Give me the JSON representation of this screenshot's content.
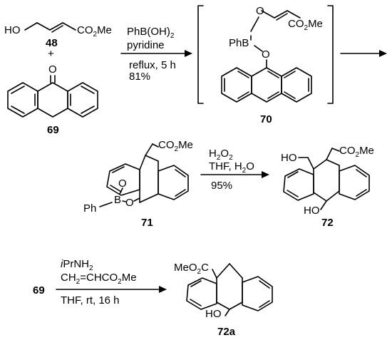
{
  "scheme": {
    "step1": {
      "reagent_line1": "PhB(OH)",
      "reagent_line1_sub": "2",
      "reagent_line2": "pyridine",
      "condition_line1": "reflux, 5 h",
      "condition_line2": "81%"
    },
    "step2": {
      "reagent_line1_a": "H",
      "reagent_line1_sub1": "2",
      "reagent_line1_b": "O",
      "reagent_line1_sub2": "2",
      "reagent_line2_a": "THF, H",
      "reagent_line2_sub": "2",
      "reagent_line2_b": "O",
      "condition_line1": "95%"
    },
    "step3": {
      "reagent_line1_italic": "i",
      "reagent_line1_a": "PrNH",
      "reagent_line1_sub": "2",
      "reagent_line2_a": "CH",
      "reagent_line2_sub1": "2",
      "reagent_line2_b": "=CHCO",
      "reagent_line2_sub2": "2",
      "reagent_line2_c": "Me",
      "condition_line1": "THF, rt, 16 h"
    }
  },
  "labels": {
    "ho": "HO",
    "co2me_a": "CO",
    "co2me_sub": "2",
    "co2me_b": "Me",
    "plus": "+",
    "o": "O",
    "b": "B",
    "ph": "Ph",
    "phb": "PhB",
    "meo2c_a": "MeO",
    "meo2c_sub": "2",
    "meo2c_b": "C"
  },
  "compounds": {
    "c48": "48",
    "c69": "69",
    "c70": "70",
    "c71": "71",
    "c72": "72",
    "c72a": "72a",
    "c69_start": "69"
  }
}
